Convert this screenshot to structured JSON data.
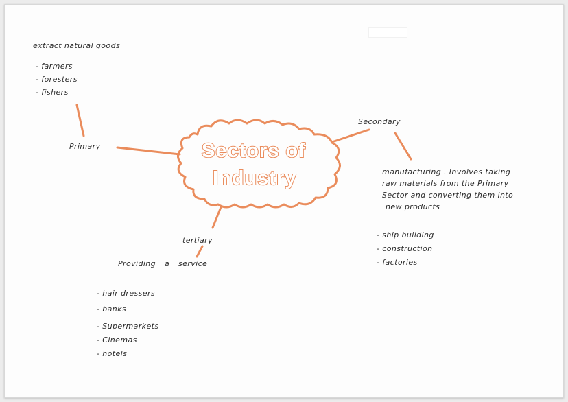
{
  "title": {
    "line1": "Sectors of",
    "line2": "Industry"
  },
  "primary": {
    "label": "Primary",
    "description": "extract natural goods",
    "examples": [
      "- farmers",
      "- foresters",
      "- fishers"
    ]
  },
  "secondary": {
    "label": "Secondary",
    "description_lines": [
      "manufacturing . Involves taking",
      "raw materials from the Primary",
      "Sector and converting them into",
      "new products"
    ],
    "examples": [
      "- ship building",
      "- construction",
      "- factories"
    ]
  },
  "tertiary": {
    "label": "tertiary",
    "description": "Providing a service",
    "examples": [
      "- hair dressers",
      "- banks",
      "- Supermarkets",
      "- Cinemas",
      "- hotels"
    ]
  },
  "colors": {
    "accent": "#ea8c5c",
    "ink": "#2b2b2b",
    "paper": "#fdfdfd"
  }
}
